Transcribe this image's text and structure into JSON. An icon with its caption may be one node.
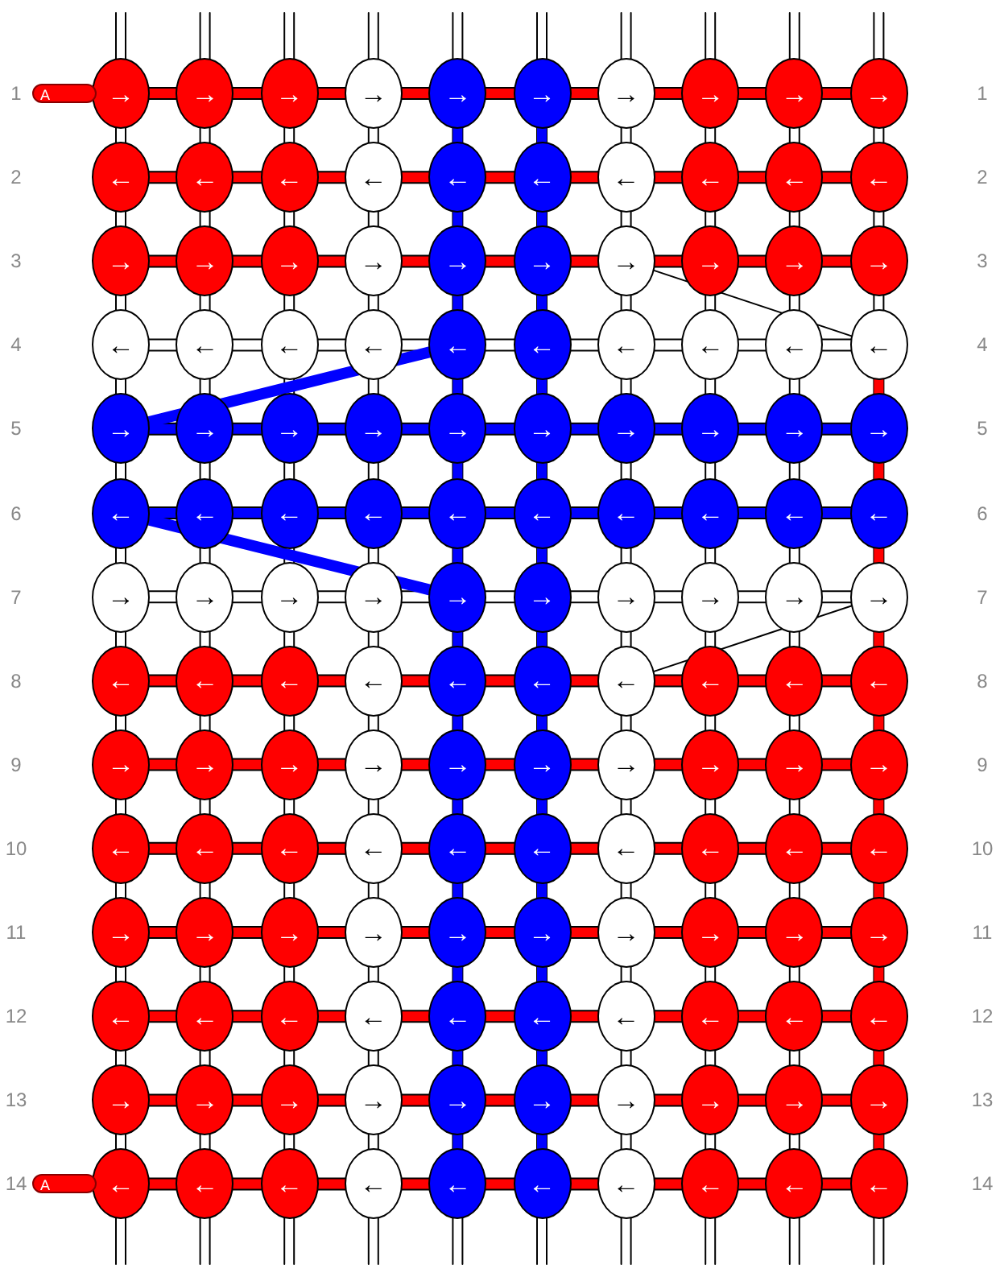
{
  "diagram": {
    "nodes": [
      {
        "text": [
          "→"
        ]
      },
      {
        "text": [
          "→"
        ]
      },
      {
        "text": [
          "→"
        ]
      },
      {
        "text": [
          "→"
        ]
      },
      {
        "text": [
          "→"
        ]
      },
      {
        "text": [
          "→"
        ]
      },
      {
        "text": [
          "→"
        ]
      },
      {
        "text": [
          "→"
        ]
      },
      {
        "text": [
          "→"
        ]
      },
      {
        "text": [
          "→"
        ]
      },
      {
        "text": [
          "←"
        ]
      },
      {
        "text": [
          "←"
        ]
      },
      {
        "text": [
          "←"
        ]
      },
      {
        "text": [
          "←"
        ]
      },
      {
        "text": [
          "←"
        ]
      },
      {
        "text": [
          "←"
        ]
      },
      {
        "text": [
          "←"
        ]
      },
      {
        "text": [
          "←"
        ]
      },
      {
        "text": [
          "←"
        ]
      },
      {
        "text": [
          "←"
        ]
      },
      {
        "text": [
          "→"
        ]
      },
      {
        "text": [
          "→"
        ]
      },
      {
        "text": [
          "→"
        ]
      },
      {
        "text": [
          "→"
        ]
      },
      {
        "text": [
          "→"
        ]
      },
      {
        "text": [
          "→"
        ]
      },
      {
        "text": [
          "→"
        ]
      },
      {
        "text": [
          "→"
        ]
      },
      {
        "text": [
          "→"
        ]
      },
      {
        "text": [
          "→"
        ]
      },
      {
        "text": [
          "←"
        ]
      },
      {
        "text": [
          "←"
        ]
      },
      {
        "text": [
          "←"
        ]
      },
      {
        "text": [
          "←"
        ]
      },
      {
        "text": [
          "←"
        ]
      },
      {
        "text": [
          "←"
        ]
      },
      {
        "text": [
          "←"
        ]
      },
      {
        "text": [
          "←"
        ]
      },
      {
        "text": [
          "←"
        ]
      },
      {
        "text": [
          "←"
        ]
      },
      {
        "text": [
          "→"
        ]
      },
      {
        "text": [
          "→"
        ]
      },
      {
        "text": [
          "→"
        ]
      },
      {
        "text": [
          "→"
        ]
      },
      {
        "text": [
          "→"
        ]
      },
      {
        "text": [
          "→"
        ]
      },
      {
        "text": [
          "→"
        ]
      },
      {
        "text": [
          "→"
        ]
      },
      {
        "text": [
          "→"
        ]
      },
      {
        "text": [
          "→"
        ]
      },
      {
        "text": [
          "←"
        ]
      },
      {
        "text": [
          "←"
        ]
      },
      {
        "text": [
          "←"
        ]
      },
      {
        "text": [
          "←"
        ]
      },
      {
        "text": [
          "←"
        ]
      },
      {
        "text": [
          "←"
        ]
      },
      {
        "text": [
          "←"
        ]
      },
      {
        "text": [
          "←"
        ]
      },
      {
        "text": [
          "←"
        ]
      },
      {
        "text": [
          "←"
        ]
      },
      {
        "text": [
          "→"
        ]
      },
      {
        "text": [
          "→"
        ]
      },
      {
        "text": [
          "→"
        ]
      },
      {
        "text": [
          "→"
        ]
      },
      {
        "text": [
          "→"
        ]
      },
      {
        "text": [
          "→"
        ]
      },
      {
        "text": [
          "→"
        ]
      },
      {
        "text": [
          "→"
        ]
      },
      {
        "text": [
          "→"
        ]
      },
      {
        "text": [
          "→"
        ]
      },
      {
        "text": [
          "←"
        ]
      },
      {
        "text": [
          "←"
        ]
      },
      {
        "text": [
          "←"
        ]
      },
      {
        "text": [
          "←"
        ]
      },
      {
        "text": [
          "←"
        ]
      },
      {
        "text": [
          "←"
        ]
      },
      {
        "text": [
          "←"
        ]
      },
      {
        "text": [
          "←"
        ]
      },
      {
        "text": [
          "←"
        ]
      },
      {
        "text": [
          "←"
        ]
      },
      {
        "text": [
          "→"
        ]
      },
      {
        "text": [
          "→"
        ]
      },
      {
        "text": [
          "→"
        ]
      },
      {
        "text": [
          "→"
        ]
      },
      {
        "text": [
          "→"
        ]
      },
      {
        "text": [
          "→"
        ]
      },
      {
        "text": [
          "→"
        ]
      },
      {
        "text": [
          "→"
        ]
      },
      {
        "text": [
          "→"
        ]
      },
      {
        "text": [
          "→"
        ]
      },
      {
        "text": [
          "←"
        ]
      },
      {
        "text": [
          "←"
        ]
      },
      {
        "text": [
          "←"
        ]
      },
      {
        "text": [
          "←"
        ]
      },
      {
        "text": [
          "←"
        ]
      },
      {
        "text": [
          "←"
        ]
      },
      {
        "text": [
          "←"
        ]
      },
      {
        "text": [
          "←"
        ]
      },
      {
        "text": [
          "←"
        ]
      },
      {
        "text": [
          "←"
        ]
      },
      {
        "text": [
          "→"
        ]
      },
      {
        "text": [
          "→"
        ]
      },
      {
        "text": [
          "→"
        ]
      },
      {
        "text": [
          "→"
        ]
      },
      {
        "text": [
          "→"
        ]
      },
      {
        "text": [
          "→"
        ]
      },
      {
        "text": [
          "→"
        ]
      },
      {
        "text": [
          "→"
        ]
      },
      {
        "text": [
          "→"
        ]
      },
      {
        "text": [
          "→"
        ]
      },
      {
        "text": [
          "←"
        ]
      },
      {
        "text": [
          "←"
        ]
      },
      {
        "text": [
          "←"
        ]
      },
      {
        "text": [
          "←"
        ]
      },
      {
        "text": [
          "←"
        ]
      },
      {
        "text": [
          "←"
        ]
      },
      {
        "text": [
          "←"
        ]
      },
      {
        "text": [
          "←"
        ]
      },
      {
        "text": [
          "←"
        ]
      },
      {
        "text": [
          "←"
        ]
      },
      {
        "text": [
          "→"
        ]
      },
      {
        "text": [
          "→"
        ]
      },
      {
        "text": [
          "→"
        ]
      },
      {
        "text": [
          "→"
        ]
      },
      {
        "text": [
          "→"
        ]
      },
      {
        "text": [
          "→"
        ]
      },
      {
        "text": [
          "→"
        ]
      },
      {
        "text": [
          "→"
        ]
      },
      {
        "text": [
          "→"
        ]
      },
      {
        "text": [
          "→"
        ]
      },
      {
        "text": [
          "←"
        ]
      },
      {
        "text": [
          "←"
        ]
      },
      {
        "text": [
          "←"
        ]
      },
      {
        "text": [
          "←"
        ]
      },
      {
        "text": [
          "←"
        ]
      },
      {
        "text": [
          "←"
        ]
      },
      {
        "text": [
          "←"
        ]
      },
      {
        "text": [
          "←"
        ]
      },
      {
        "text": [
          "←"
        ]
      },
      {
        "text": [
          "←"
        ]
      }
    ],
    "labels": [
      "1",
      "A",
      "1",
      "2",
      "2",
      "3",
      "3",
      "4",
      "4",
      "5",
      "5",
      "6",
      "6",
      "7",
      "7",
      "8",
      "8",
      "9",
      "9",
      "10",
      "10",
      "11",
      "11",
      "12",
      "12",
      "13",
      "13",
      "14",
      "A",
      "14"
    ]
  }
}
